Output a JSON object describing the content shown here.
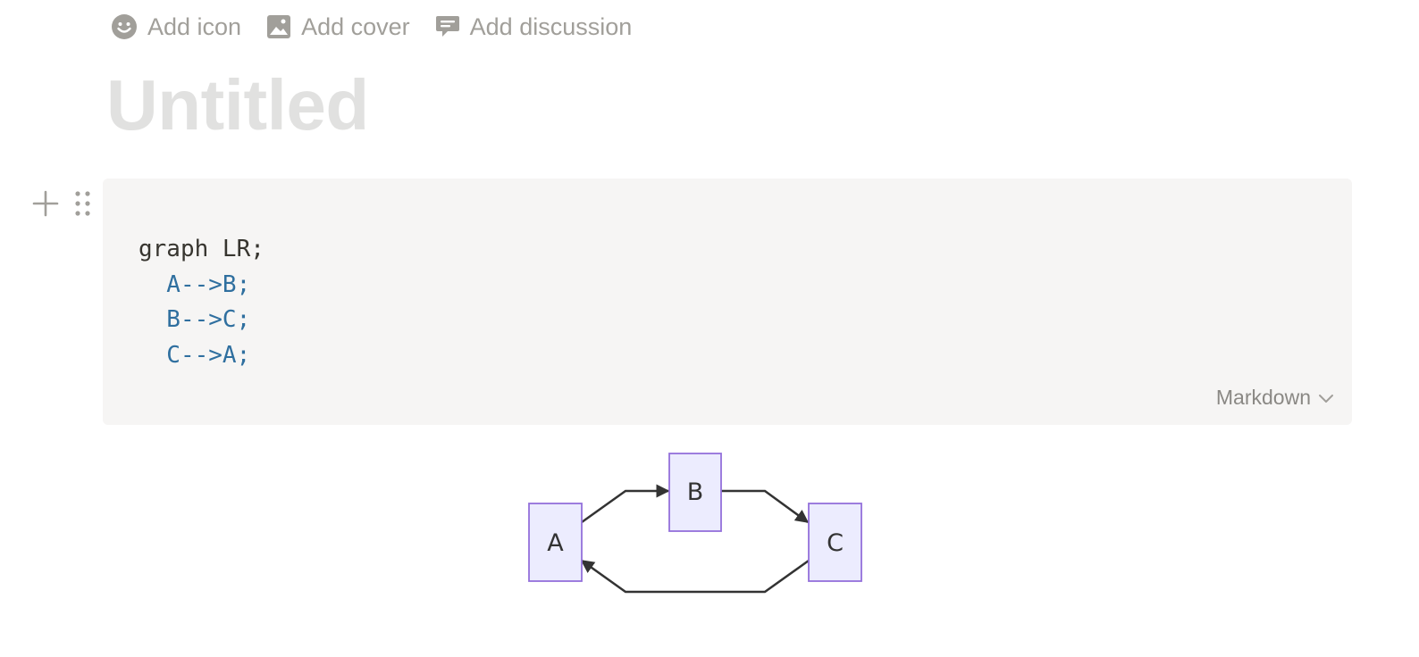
{
  "page_actions": {
    "add_icon": "Add icon",
    "add_cover": "Add cover",
    "add_discussion": "Add discussion"
  },
  "title": "Untitled",
  "code_block": {
    "lines": [
      {
        "text": "graph LR;",
        "kind": "keyword"
      },
      {
        "text": "  A-->B;",
        "kind": "edge"
      },
      {
        "text": "  B-->C;",
        "kind": "edge"
      },
      {
        "text": "  C-->A;",
        "kind": "edge"
      }
    ],
    "language": "Markdown"
  },
  "diagram": {
    "nodes": [
      "A",
      "B",
      "C"
    ],
    "edges": [
      [
        "A",
        "B"
      ],
      [
        "B",
        "C"
      ],
      [
        "C",
        "A"
      ]
    ],
    "node_fill": "#ececfe",
    "node_stroke": "#9370db",
    "edge_color": "#333333"
  },
  "icons": {
    "add_icon": "smiley-icon",
    "add_cover": "image-icon",
    "add_discussion": "comment-icon",
    "add_block": "plus-icon",
    "drag_handle": "drag-handle-icon",
    "language_dropdown": "chevron-down-icon"
  },
  "colors": {
    "muted_text": "#a19f9a",
    "title_placeholder": "#e1e1e0",
    "code_bg": "#f6f5f4",
    "code_text": "#37352f",
    "code_edge": "#2f6f9f"
  }
}
